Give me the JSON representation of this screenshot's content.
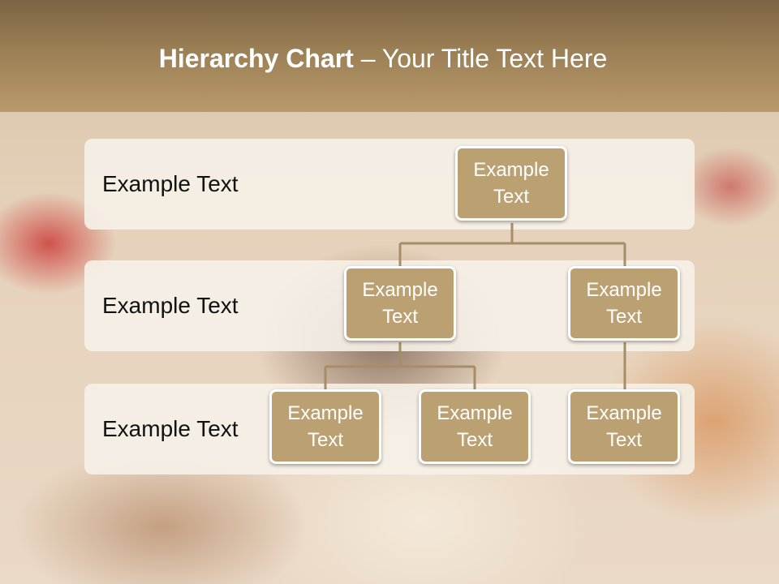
{
  "title": {
    "bold": "Hierarchy Chart",
    "rest": " – Your Title Text Here"
  },
  "levels": [
    {
      "label": "Example Text"
    },
    {
      "label": "Example Text"
    },
    {
      "label": "Example Text"
    }
  ],
  "nodes": {
    "root": "Example Text",
    "level2_left": "Example Text",
    "level2_right": "Example Text",
    "level3_a": "Example Text",
    "level3_b": "Example Text",
    "level3_c": "Example Text"
  },
  "colors": {
    "node_fill": "#bba072",
    "connector": "#a58e67",
    "title_bar": "#9b7f55"
  }
}
